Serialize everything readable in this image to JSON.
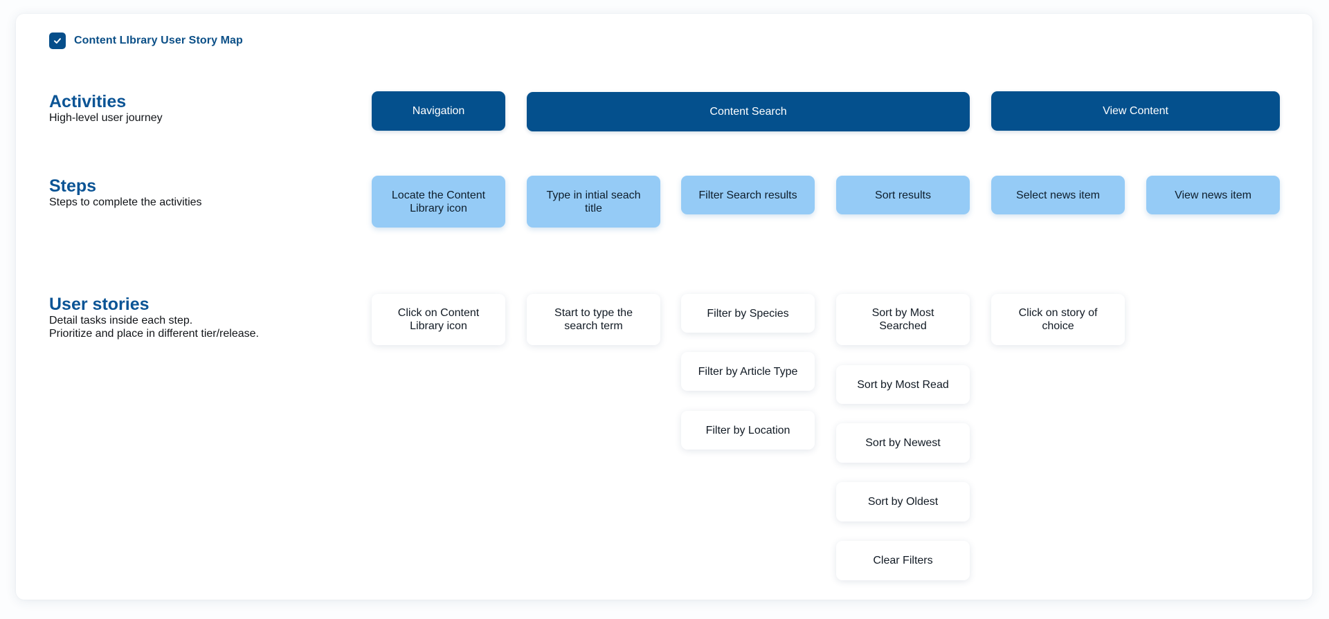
{
  "header": {
    "title": "Content LIbrary User Story Map",
    "icon": "checkbox-checked-icon",
    "accent": "#064e8a"
  },
  "rows": {
    "activities": {
      "title": "Activities",
      "desc": "High-level user journey"
    },
    "steps": {
      "title": "Steps",
      "desc": "Steps to complete the activities"
    },
    "stories": {
      "title": "User stories",
      "desc1": "Detail tasks inside each step.",
      "desc2": "Prioritize and place in different tier/release."
    }
  },
  "activities": [
    "Navigation",
    "Content Search",
    "View Content"
  ],
  "steps": [
    "Locate the Content Library icon",
    "Type in intial seach title",
    "Filter Search results",
    "Sort results",
    "Select news item",
    "View news item"
  ],
  "stories": {
    "navigation": [
      "Click on Content Library icon"
    ],
    "type_search": [
      "Start to type the search term"
    ],
    "filter": [
      "Filter by Species",
      "Filter by Article Type",
      "Filter by Location"
    ],
    "sort": [
      "Sort by Most Searched",
      "Sort by Most Read",
      "Sort by Newest",
      "Sort by Oldest",
      "Clear Filters"
    ],
    "select": [
      "Click on story of choice"
    ]
  },
  "colors": {
    "activity": "#04508d",
    "step": "#95cbf6",
    "story": "#ffffff",
    "title": "#0b5495"
  }
}
